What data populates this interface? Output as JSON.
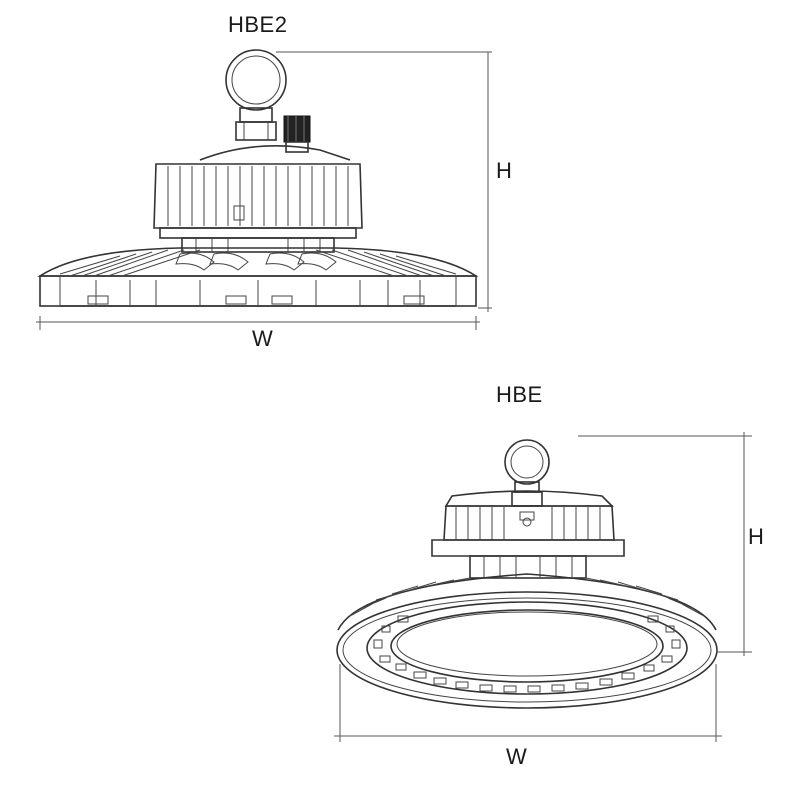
{
  "diagram": {
    "top_fixture": {
      "title": "HBE2",
      "height_label": "H",
      "width_label": "W"
    },
    "bottom_fixture": {
      "title": "HBE",
      "height_label": "H",
      "width_label": "W"
    }
  }
}
